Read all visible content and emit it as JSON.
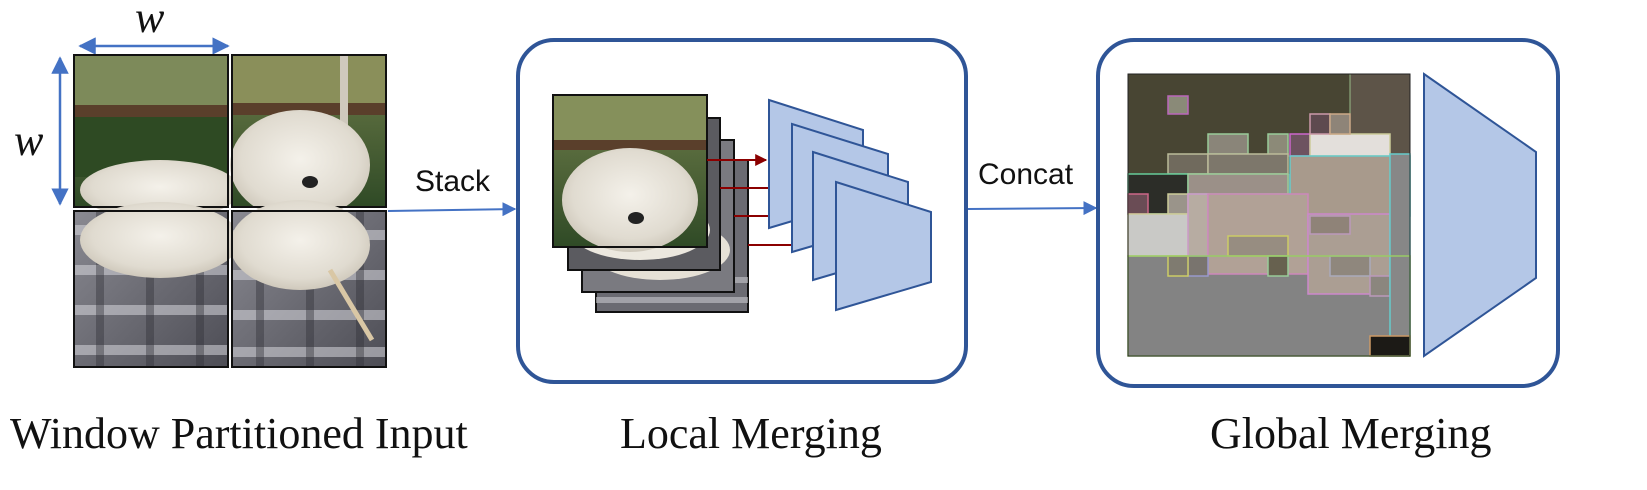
{
  "dimension_label": "w",
  "arrows": {
    "stack": "Stack",
    "concat": "Concat"
  },
  "captions": {
    "input": "Window Partitioned Input",
    "local": "Local Merging",
    "global": "Global Merging"
  },
  "colors": {
    "frame": "#2f5597",
    "arrow": "#4472c4",
    "trapezoid_fill": "#b4c7e7",
    "trapezoid_stroke": "#2f5597",
    "red_arrow": "#8b0000"
  },
  "window_tiles": [
    "top-left",
    "top-right",
    "bottom-left",
    "bottom-right"
  ]
}
